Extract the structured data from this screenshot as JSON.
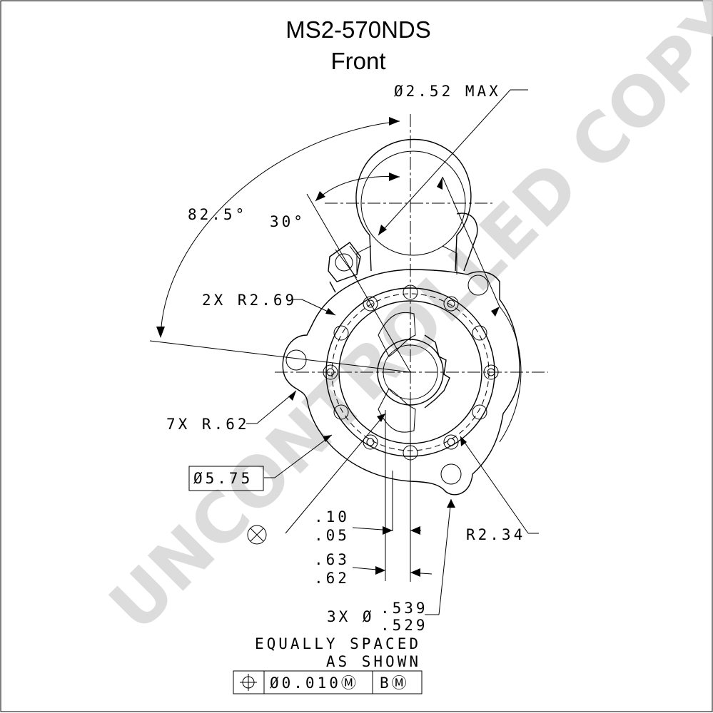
{
  "title": {
    "part_number": "MS2-570NDS",
    "view": "Front"
  },
  "watermark": "UNCONTROLLED COPY",
  "dimensions": {
    "diameter_max": "Ø2.52 MAX",
    "angle_large": "82.5°",
    "angle_small": "30°",
    "radius_2x": "2X R2.69",
    "radius_7x": "7X R.62",
    "pilot_diameter": "Ø5.75",
    "radius_234": "R2.34",
    "offset_top": ".10",
    "offset_bottom": ".05",
    "width_top": ".63",
    "width_bottom": ".62",
    "hole_prefix": "3X Ø",
    "hole_top": ".539",
    "hole_bottom": ".529",
    "note_line1": "EQUALLY SPACED",
    "note_line2": "AS SHOWN"
  },
  "feature_control_frame": {
    "symbol": "⌖",
    "tolerance": "Ø0.010Ⓜ",
    "datum": "BⓂ"
  }
}
